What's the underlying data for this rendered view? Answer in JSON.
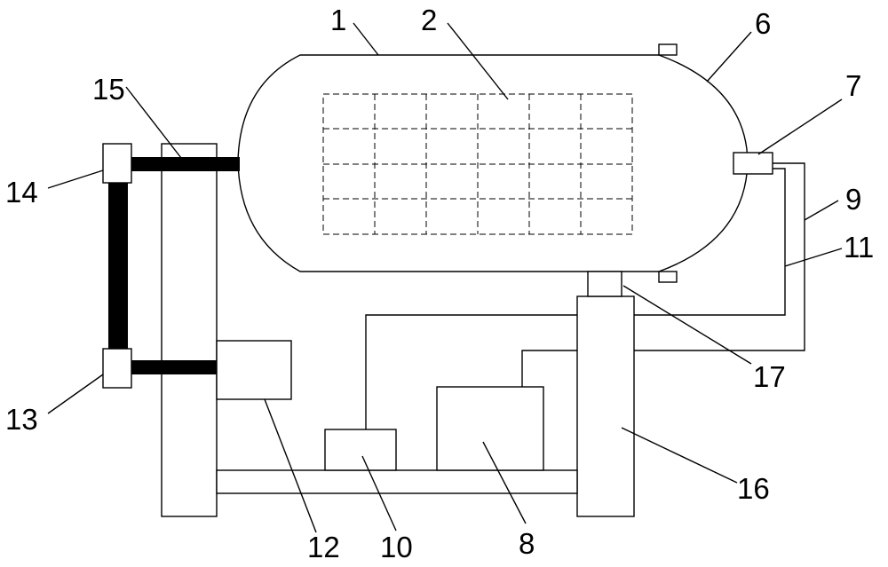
{
  "labels": {
    "l1": "1",
    "l2": "2",
    "l6": "6",
    "l7": "7",
    "l8": "8",
    "l9": "9",
    "l10": "10",
    "l11": "11",
    "l12": "12",
    "l13": "13",
    "l14": "14",
    "l15": "15",
    "l16": "16",
    "l17": "17"
  }
}
